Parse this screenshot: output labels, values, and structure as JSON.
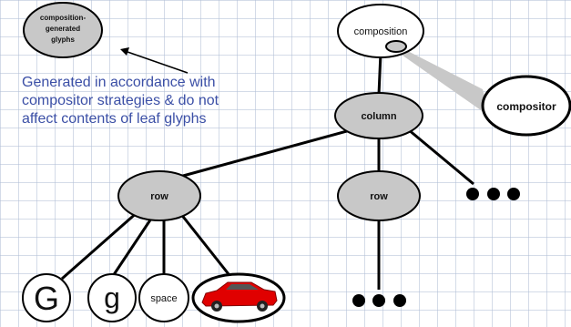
{
  "colors": {
    "node_fill": "#c8c8c8",
    "node_stroke": "#000000",
    "leaf_fill": "#ffffff",
    "callout_fill": "#c8c8c8",
    "annotation_text": "#3b4fa6",
    "car_body": "#e00000",
    "ellipsis_dots": "#000000"
  },
  "legend": {
    "label_line1": "composition-",
    "label_line2": "generated",
    "label_line3": "glyphs"
  },
  "annotation": {
    "line1": "Generated in accordance with",
    "line2": "compositor strategies & do not",
    "line3": "affect contents of leaf glyphs"
  },
  "nodes": {
    "composition": "composition",
    "compositor": "compositor",
    "column": "column",
    "row_left": "row",
    "row_middle": "row"
  },
  "leaves": {
    "capital_g": "G",
    "small_g": "g",
    "space": "space",
    "car_icon": "car-icon"
  }
}
